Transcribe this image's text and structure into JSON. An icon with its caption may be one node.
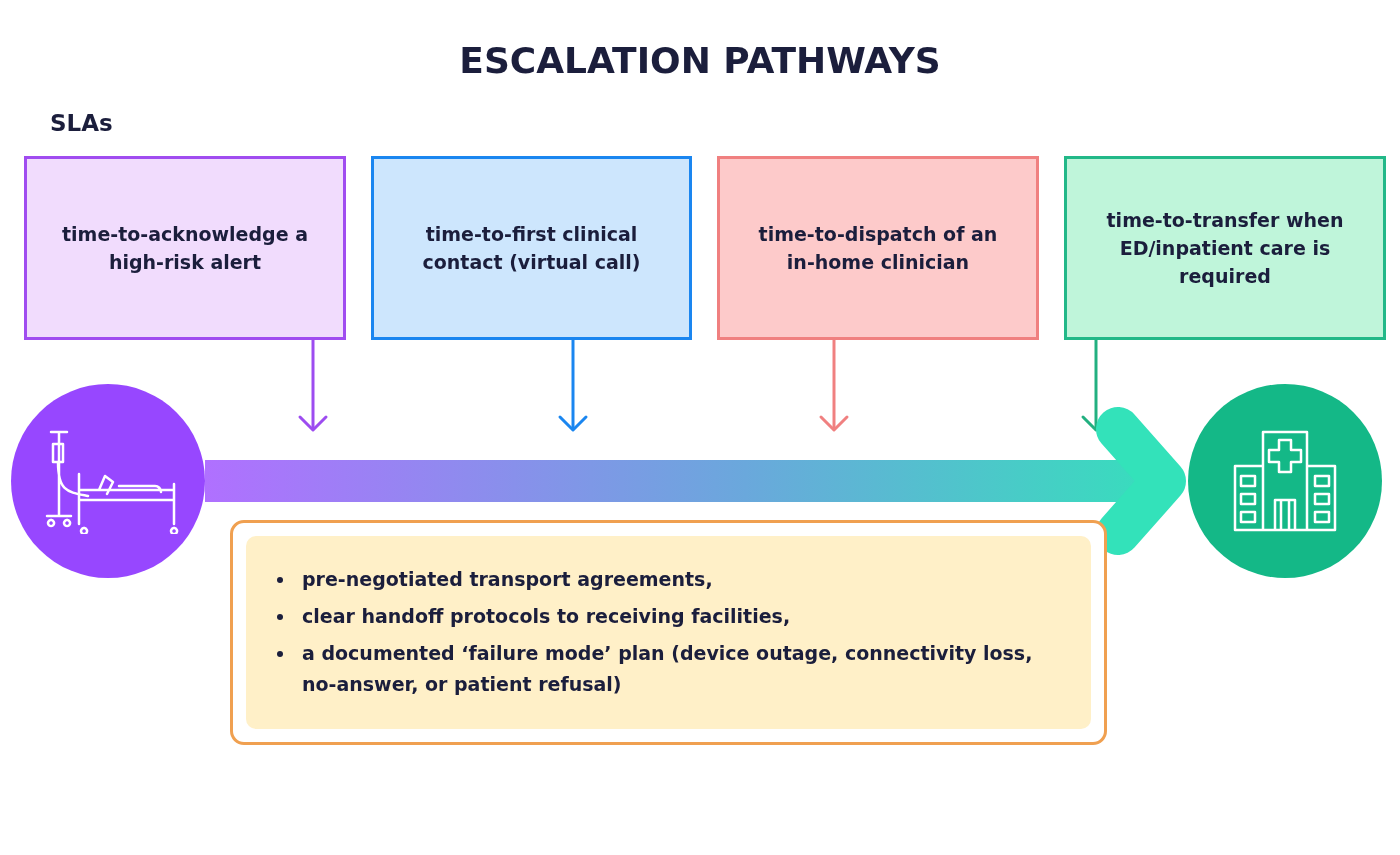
{
  "diagram": {
    "title": "ESCALATION PATHWAYS",
    "nodes": [
      {
        "text": [
          "time-to-acknowledge a high-risk alert"
        ]
      },
      {
        "text": [
          "time-to-first clinical contact (virtual call)"
        ]
      },
      {
        "text": [
          "time-to-dispatch of an in-home clinician"
        ]
      },
      {
        "text": [
          "time-to-transfer when ED/inpatient care is required"
        ]
      },
      {
        "text": [],
        "shape": "circle"
      },
      {
        "text": [],
        "shape": "circle"
      },
      {
        "text": [
          "pre-negotiated transport agreements,",
          "clear handoff protocols to receiving facilities,",
          "a documented ‘failure mode’ plan (device outage, connectivity loss, no-answer, or patient refusal)"
        ]
      }
    ],
    "edges": [
      {
        "from": 0,
        "to": null,
        "arrow": "to",
        "color": "#9d4cf0"
      },
      {
        "from": 1,
        "to": null,
        "arrow": "to",
        "color": "#1a86f0"
      },
      {
        "from": 2,
        "to": null,
        "arrow": "to",
        "color": "#f08080"
      },
      {
        "from": 3,
        "to": null,
        "arrow": "to",
        "color": "#22b080"
      },
      {
        "from": 4,
        "to": 5,
        "arrow": "to",
        "style": "thick"
      }
    ],
    "labels": [
      "SLAs"
    ]
  }
}
